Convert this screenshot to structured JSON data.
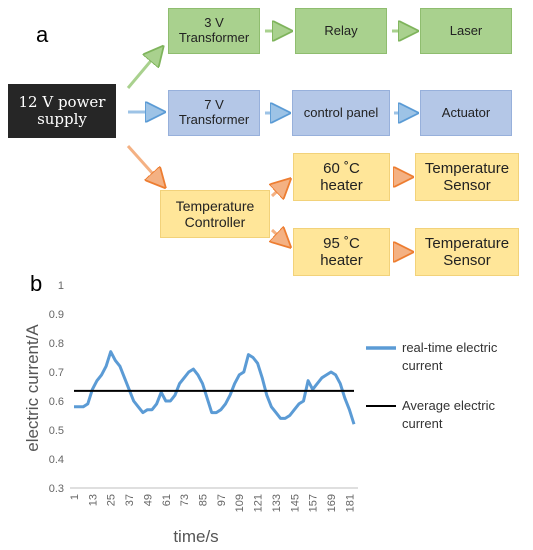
{
  "panel_a": {
    "label": "a",
    "power_supply": "12 V power\nsupply",
    "transformer_3v": "3 V\nTransformer",
    "relay": "Relay",
    "laser": "Laser",
    "transformer_7v": "7 V\nTransformer",
    "control_panel": "control panel",
    "actuator": "Actuator",
    "temp_controller": "Temperature\nController",
    "heater_60": "60 ˚C\nheater",
    "sensor_60": "Temperature\nSensor",
    "heater_95": "95 ˚C\nheater",
    "sensor_95": "Temperature\nSensor",
    "colors": {
      "green": "#a9d18e",
      "blue": "#b4c7e7",
      "yellow": "#ffe699",
      "orange": "#f4b183"
    }
  },
  "panel_b": {
    "label": "b"
  },
  "chart_data": {
    "type": "line",
    "xlabel": "time/s",
    "ylabel": "electric current/A",
    "ylim": [
      0.3,
      1.0
    ],
    "yticks": [
      "0.3",
      "0.4",
      "0.5",
      "0.6",
      "0.7",
      "0.8",
      "0.9",
      "1"
    ],
    "xticks": [
      "1",
      "13",
      "25",
      "37",
      "49",
      "61",
      "73",
      "85",
      "97",
      "109",
      "121",
      "133",
      "145",
      "157",
      "169",
      "181"
    ],
    "grid": false,
    "legend_position": "right",
    "series": [
      {
        "name": "real-time electric current",
        "color": "#5b9bd5",
        "x": [
          1,
          4,
          7,
          10,
          13,
          16,
          19,
          22,
          25,
          28,
          31,
          34,
          37,
          40,
          43,
          46,
          49,
          52,
          55,
          58,
          61,
          64,
          67,
          70,
          73,
          76,
          79,
          82,
          85,
          88,
          91,
          94,
          97,
          100,
          103,
          106,
          109,
          112,
          115,
          118,
          121,
          124,
          127,
          130,
          133,
          136,
          139,
          142,
          145,
          148,
          151,
          154,
          157,
          160,
          163,
          166,
          169,
          172,
          175,
          178,
          181,
          184
        ],
        "values": [
          0.58,
          0.58,
          0.58,
          0.59,
          0.64,
          0.67,
          0.69,
          0.72,
          0.77,
          0.74,
          0.72,
          0.68,
          0.64,
          0.6,
          0.58,
          0.56,
          0.57,
          0.57,
          0.59,
          0.63,
          0.6,
          0.6,
          0.62,
          0.66,
          0.68,
          0.7,
          0.71,
          0.69,
          0.66,
          0.61,
          0.56,
          0.56,
          0.57,
          0.59,
          0.62,
          0.66,
          0.69,
          0.7,
          0.76,
          0.75,
          0.73,
          0.68,
          0.62,
          0.58,
          0.56,
          0.54,
          0.54,
          0.55,
          0.57,
          0.59,
          0.6,
          0.67,
          0.64,
          0.66,
          0.68,
          0.69,
          0.7,
          0.69,
          0.66,
          0.61,
          0.57,
          0.52
        ]
      },
      {
        "name": "Average electric current",
        "color": "#000000",
        "x": [
          1,
          184
        ],
        "values": [
          0.635,
          0.635
        ]
      }
    ]
  }
}
